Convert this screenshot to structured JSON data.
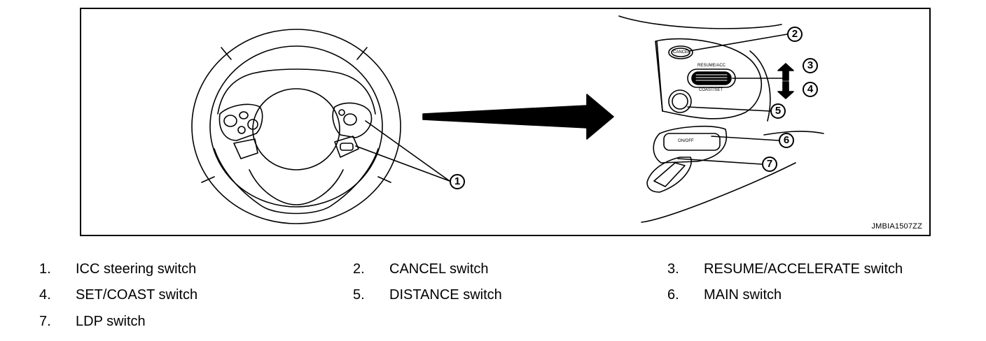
{
  "figure": {
    "code": "JMBIA1507ZZ",
    "callouts": [
      "1",
      "2",
      "3",
      "4",
      "5",
      "6",
      "7"
    ],
    "button_labels": {
      "cancel": "CANCEL",
      "resume": "RESUME/ACC",
      "set": "COAST/SET",
      "main": "ON/OFF"
    }
  },
  "legend": {
    "items": [
      {
        "num": "1.",
        "label": "ICC steering switch"
      },
      {
        "num": "2.",
        "label": "CANCEL switch"
      },
      {
        "num": "3.",
        "label": "RESUME/ACCELERATE switch"
      },
      {
        "num": "4.",
        "label": "SET/COAST switch"
      },
      {
        "num": "5.",
        "label": "DISTANCE switch"
      },
      {
        "num": "6.",
        "label": "MAIN switch"
      },
      {
        "num": "7.",
        "label": "LDP switch"
      }
    ]
  }
}
